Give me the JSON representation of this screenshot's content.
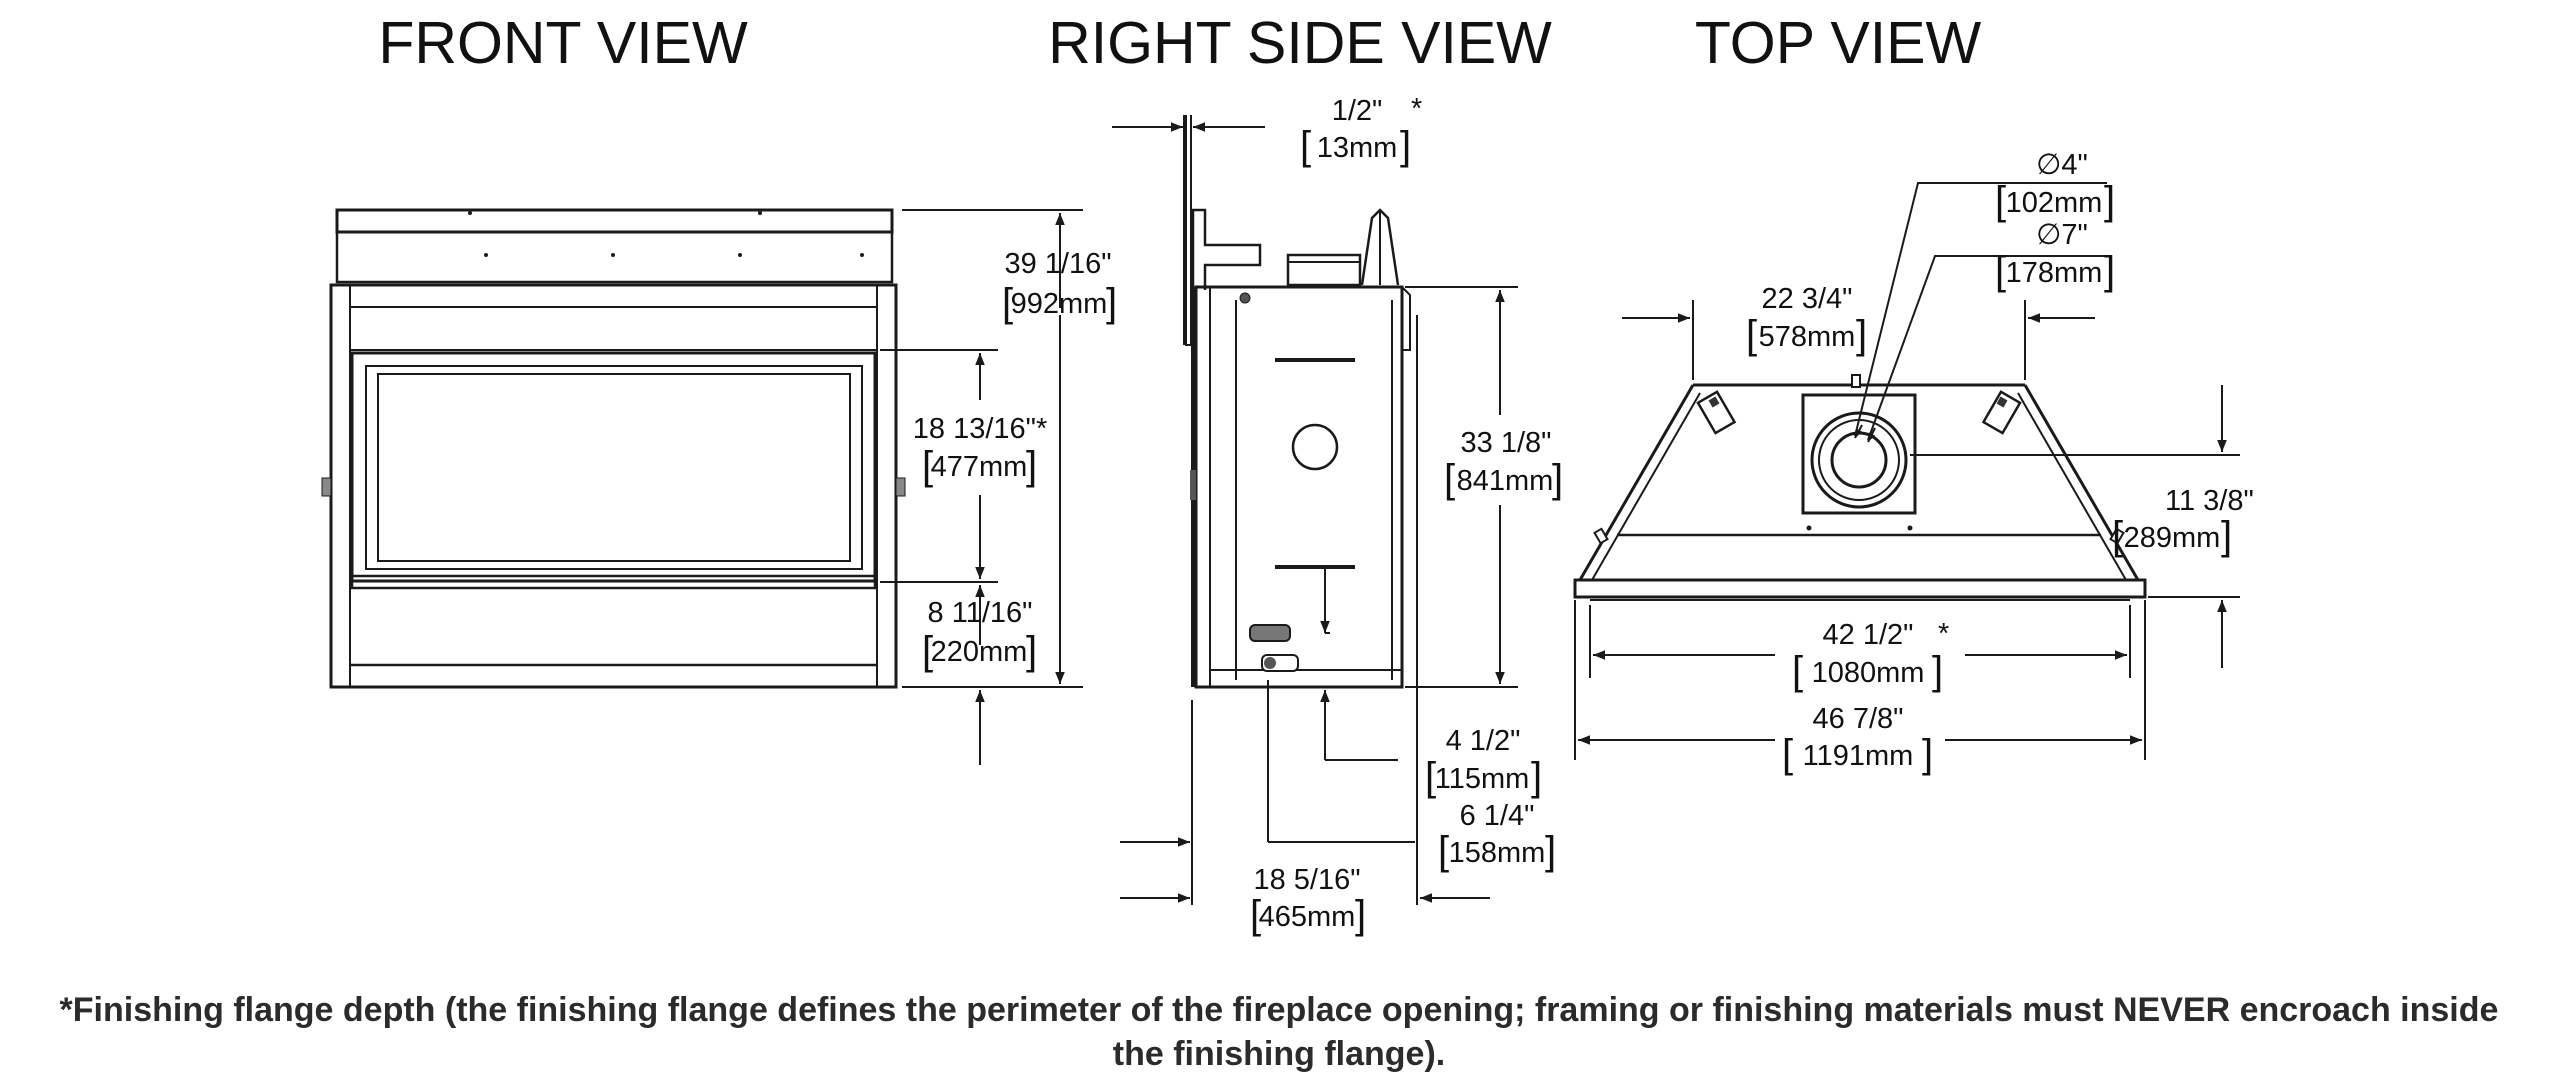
{
  "titles": {
    "front": "FRONT VIEW",
    "side": "RIGHT SIDE VIEW",
    "top": "TOP VIEW"
  },
  "dimensions": {
    "front_height": {
      "imperial": "39 1/16\"",
      "metric": "992mm"
    },
    "front_opening": {
      "imperial": "18 13/16\"*",
      "metric": "477mm"
    },
    "front_base": {
      "imperial": "8 11/16\"",
      "metric": "220mm"
    },
    "side_flange": {
      "imperial": "1/2\"",
      "mark": "*",
      "metric": "13mm"
    },
    "side_height": {
      "imperial": "33 1/8\"",
      "metric": "841mm"
    },
    "side_vent_low": {
      "imperial": "4 1/2\"",
      "metric": "115mm"
    },
    "side_vent_back": {
      "imperial": "6 1/4\"",
      "metric": "158mm"
    },
    "side_depth": {
      "imperial": "18 5/16\"",
      "metric": "465mm"
    },
    "top_inner_vent": {
      "imperial": "∅4\"",
      "metric": "102mm"
    },
    "top_outer_vent": {
      "imperial": "∅7\"",
      "metric": "178mm"
    },
    "top_back_width": {
      "imperial": "22 3/4\"",
      "metric": "578mm"
    },
    "top_depth": {
      "imperial": "11 3/8\"",
      "metric": "289mm"
    },
    "top_opening_width": {
      "imperial": "42 1/2\"",
      "mark": "*",
      "metric": "1080mm"
    },
    "top_overall_width": {
      "imperial": "46 7/8\"",
      "metric": "1191mm"
    }
  },
  "footnote": "*Finishing flange depth (the finishing flange defines the perimeter of the fireplace opening; framing or finishing materials must NEVER encroach inside the finishing flange)."
}
